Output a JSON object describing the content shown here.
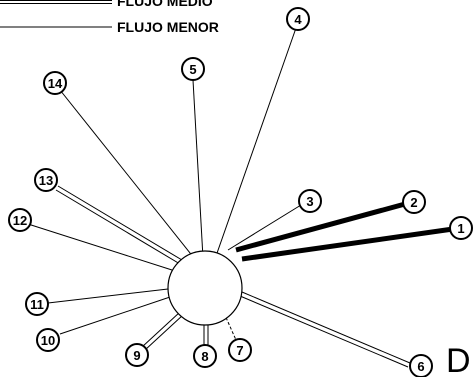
{
  "legend": {
    "items": [
      {
        "label": "FLUJO MEDIO"
      },
      {
        "label": "FLUJO MENOR"
      }
    ]
  },
  "hub": {
    "label": ""
  },
  "nodes": [
    {
      "label": "1"
    },
    {
      "label": "2"
    },
    {
      "label": "3"
    },
    {
      "label": "4"
    },
    {
      "label": "5"
    },
    {
      "label": "6"
    },
    {
      "label": "7"
    },
    {
      "label": "8"
    },
    {
      "label": "9"
    },
    {
      "label": "10"
    },
    {
      "label": "11"
    },
    {
      "label": "12"
    },
    {
      "label": "13"
    },
    {
      "label": "14"
    }
  ],
  "corner_text": "D"
}
